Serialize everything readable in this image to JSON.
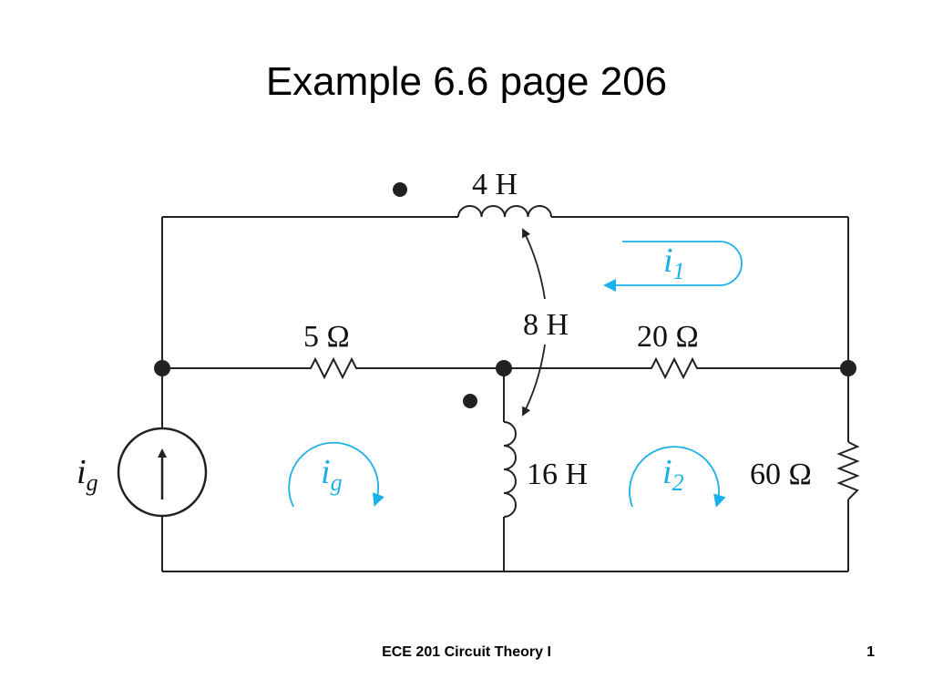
{
  "slide": {
    "title": "Example 6.6 page 206",
    "footer_course": "ECE 201 Circuit Theory I",
    "page_number": "1"
  },
  "circuit": {
    "inductor_top": "4 H",
    "mutual_inductance": "8 H",
    "inductor_middle": "16 H",
    "resistor_left": "5 Ω",
    "resistor_right": "20 Ω",
    "resistor_vertical": "60 Ω",
    "source_var": "i",
    "source_sub": "g",
    "mesh_g_var": "i",
    "mesh_g_sub": "g",
    "mesh_1_var": "i",
    "mesh_1_sub": "1",
    "mesh_2_var": "i",
    "mesh_2_sub": "2"
  },
  "colors": {
    "wire": "#222222",
    "mesh_arrow": "#1ab0e8"
  },
  "icons": {
    "current_source": "current-source-icon",
    "dot_marker": "polarity-dot-icon"
  }
}
